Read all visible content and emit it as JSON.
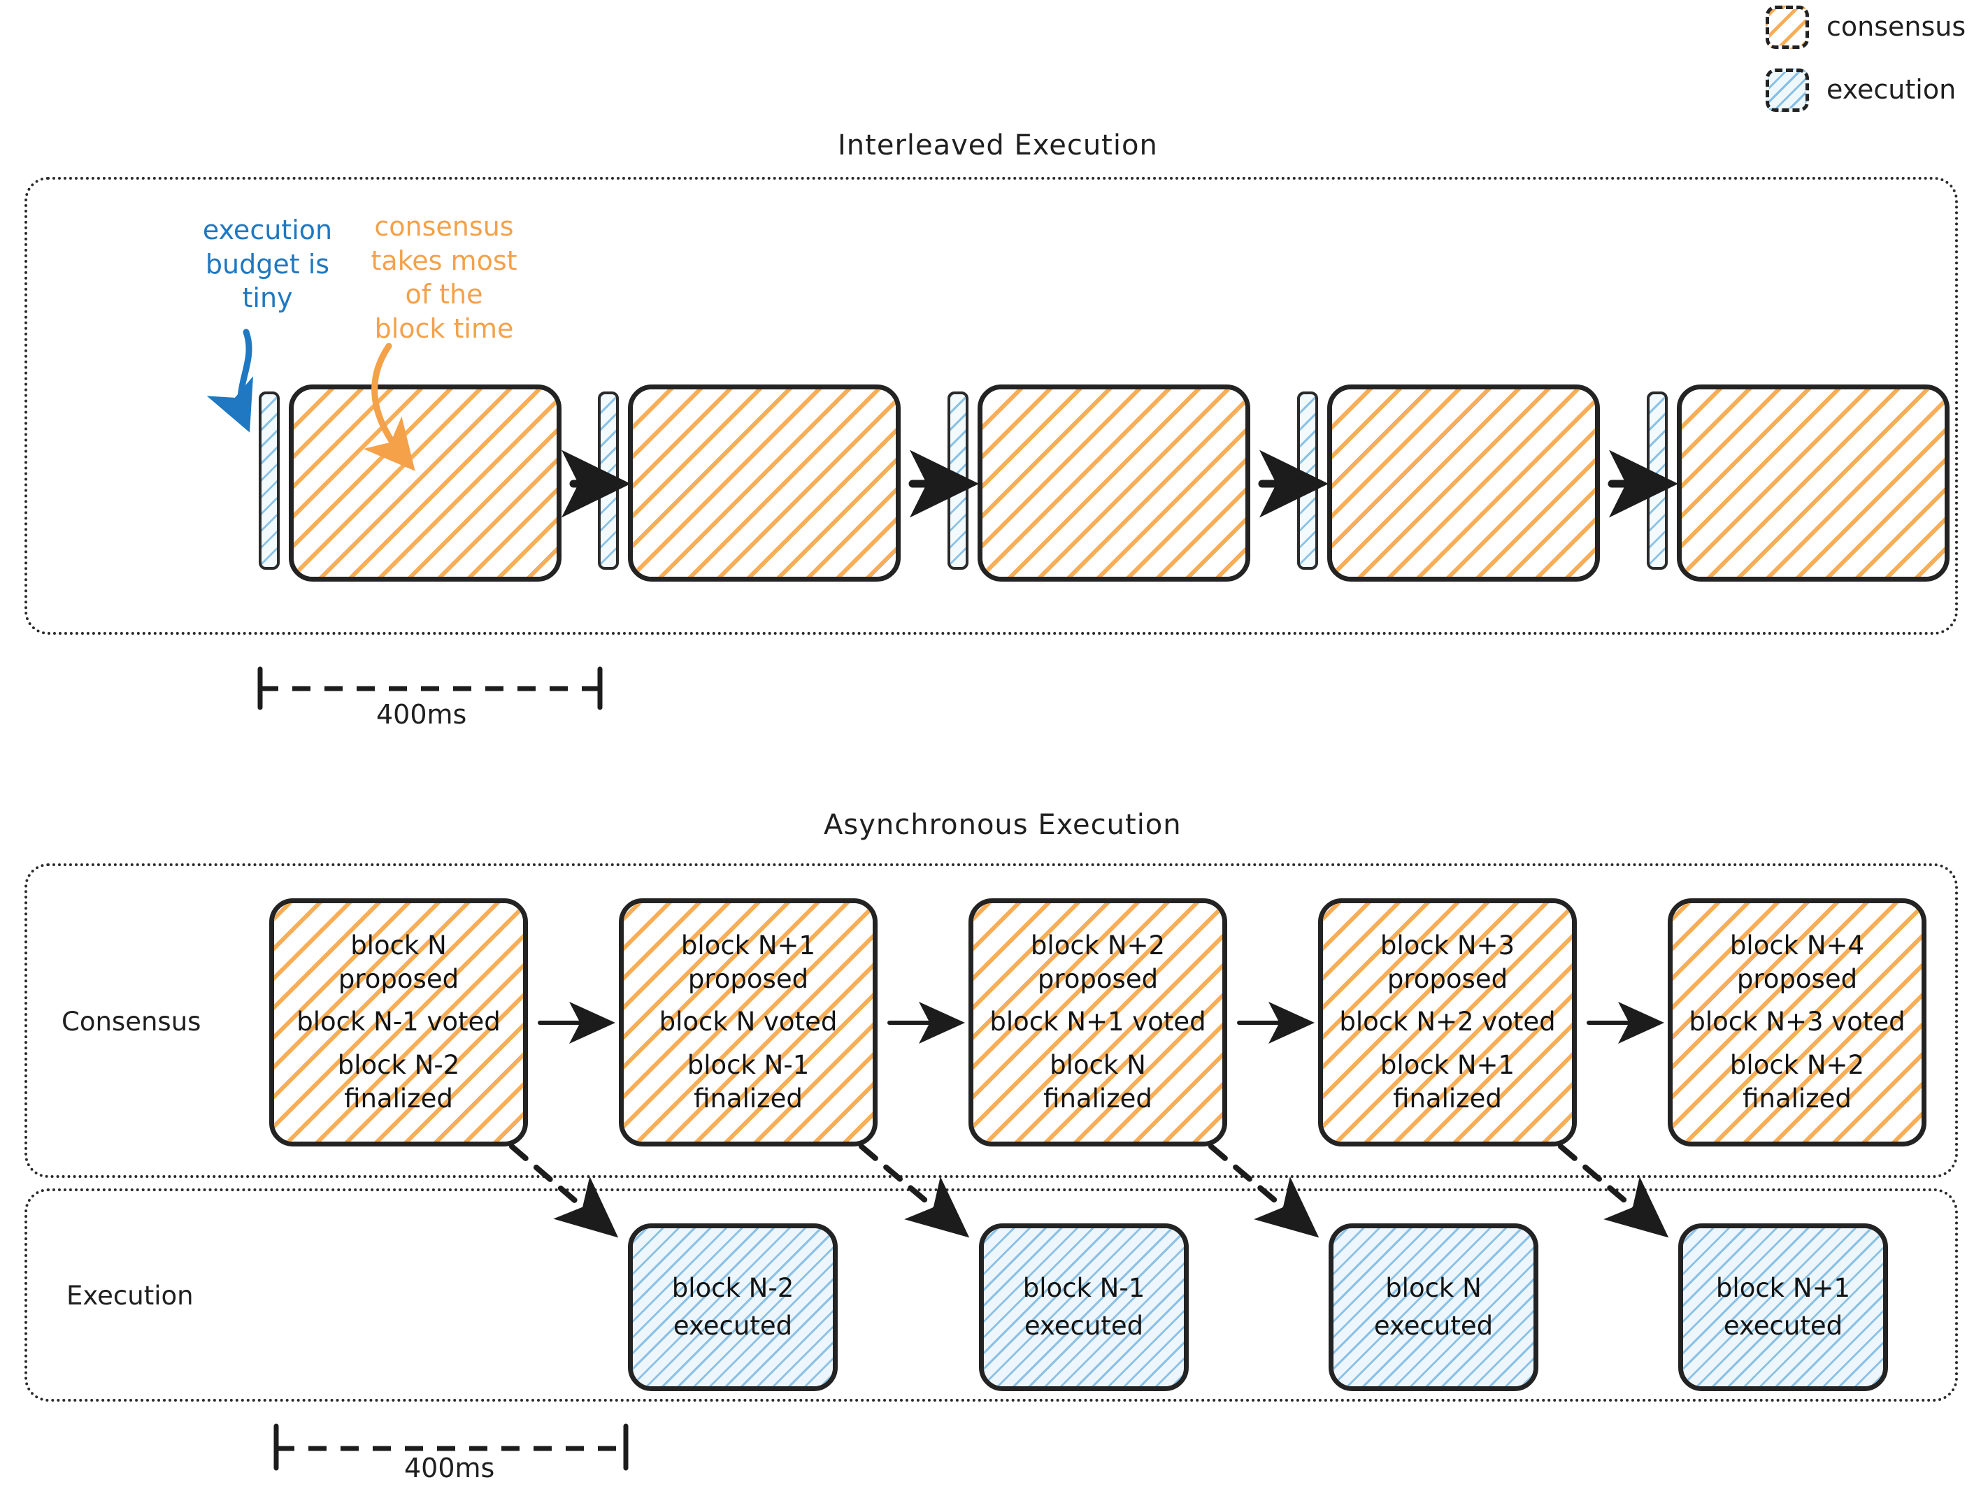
{
  "legend": {
    "items": [
      {
        "label": "consensus",
        "swatch": "consensus-hatch-swatch",
        "color": "#f7a94e"
      },
      {
        "label": "execution",
        "swatch": "execution-hatch-swatch",
        "color": "#7ab8e2"
      }
    ]
  },
  "sections": [
    {
      "id": "interleaved",
      "title": "Interleaved Execution",
      "scale_label": "400ms",
      "annotations": [
        {
          "id": "execution-budget-note",
          "text": "execution\nbudget is\ntiny",
          "color": "#1f78c1"
        },
        {
          "id": "consensus-time-note",
          "text": "consensus\ntakes most\nof the\nblock time",
          "color": "#f4a14a"
        }
      ],
      "slots": [
        {
          "execution_sliver": "execution",
          "consensus_block": "consensus"
        },
        {
          "execution_sliver": "execution",
          "consensus_block": "consensus"
        },
        {
          "execution_sliver": "execution",
          "consensus_block": "consensus"
        },
        {
          "execution_sliver": "execution",
          "consensus_block": "consensus"
        },
        {
          "execution_sliver": "execution",
          "consensus_block": "consensus"
        }
      ]
    },
    {
      "id": "asynchronous",
      "title": "Asynchronous Execution",
      "scale_label": "400ms",
      "row_labels": {
        "consensus": "Consensus",
        "execution": "Execution"
      },
      "consensus_blocks": [
        {
          "proposed": "block N\nproposed",
          "voted": "block N-1 voted",
          "finalized": "block N-2\nfinalized"
        },
        {
          "proposed": "block N+1\nproposed",
          "voted": "block N voted",
          "finalized": "block N-1\nfinalized"
        },
        {
          "proposed": "block N+2\nproposed",
          "voted": "block N+1 voted",
          "finalized": "block N\nfinalized"
        },
        {
          "proposed": "block N+3\nproposed",
          "voted": "block N+2 voted",
          "finalized": "block N+1\nfinalized"
        },
        {
          "proposed": "block N+4\nproposed",
          "voted": "block N+3 voted",
          "finalized": "block N+2\nfinalized"
        }
      ],
      "execution_blocks": [
        {
          "text": "block N-2\nexecuted"
        },
        {
          "text": "block N-1\nexecuted"
        },
        {
          "text": "block N\nexecuted"
        },
        {
          "text": "block N+1\nexecuted"
        }
      ]
    }
  ],
  "colors": {
    "consensus": "#f7a94e",
    "execution": "#7ab8e2",
    "ink": "#232323",
    "annotation_blue": "#1f78c1",
    "annotation_orange": "#f4a14a"
  }
}
